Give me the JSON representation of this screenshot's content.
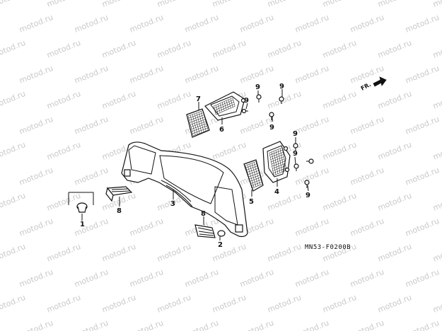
{
  "watermark": {
    "text": "motod.ru"
  },
  "diagram_code": "MN53-F0200B",
  "front_indicator": "FR.",
  "callouts": {
    "c1": "1",
    "c2": "2",
    "c3": "3",
    "c4": "4",
    "c5": "5",
    "c6": "6",
    "c7": "7",
    "c8a": "8",
    "c8b": "8",
    "c9a": "9",
    "c9b": "9",
    "c9c": "9",
    "c9d": "9",
    "c9e": "9",
    "c9f": "9",
    "c9g": "9"
  },
  "colors": {
    "line": "#111111",
    "watermark": "#c9c9c9",
    "background": "#ffffff"
  }
}
